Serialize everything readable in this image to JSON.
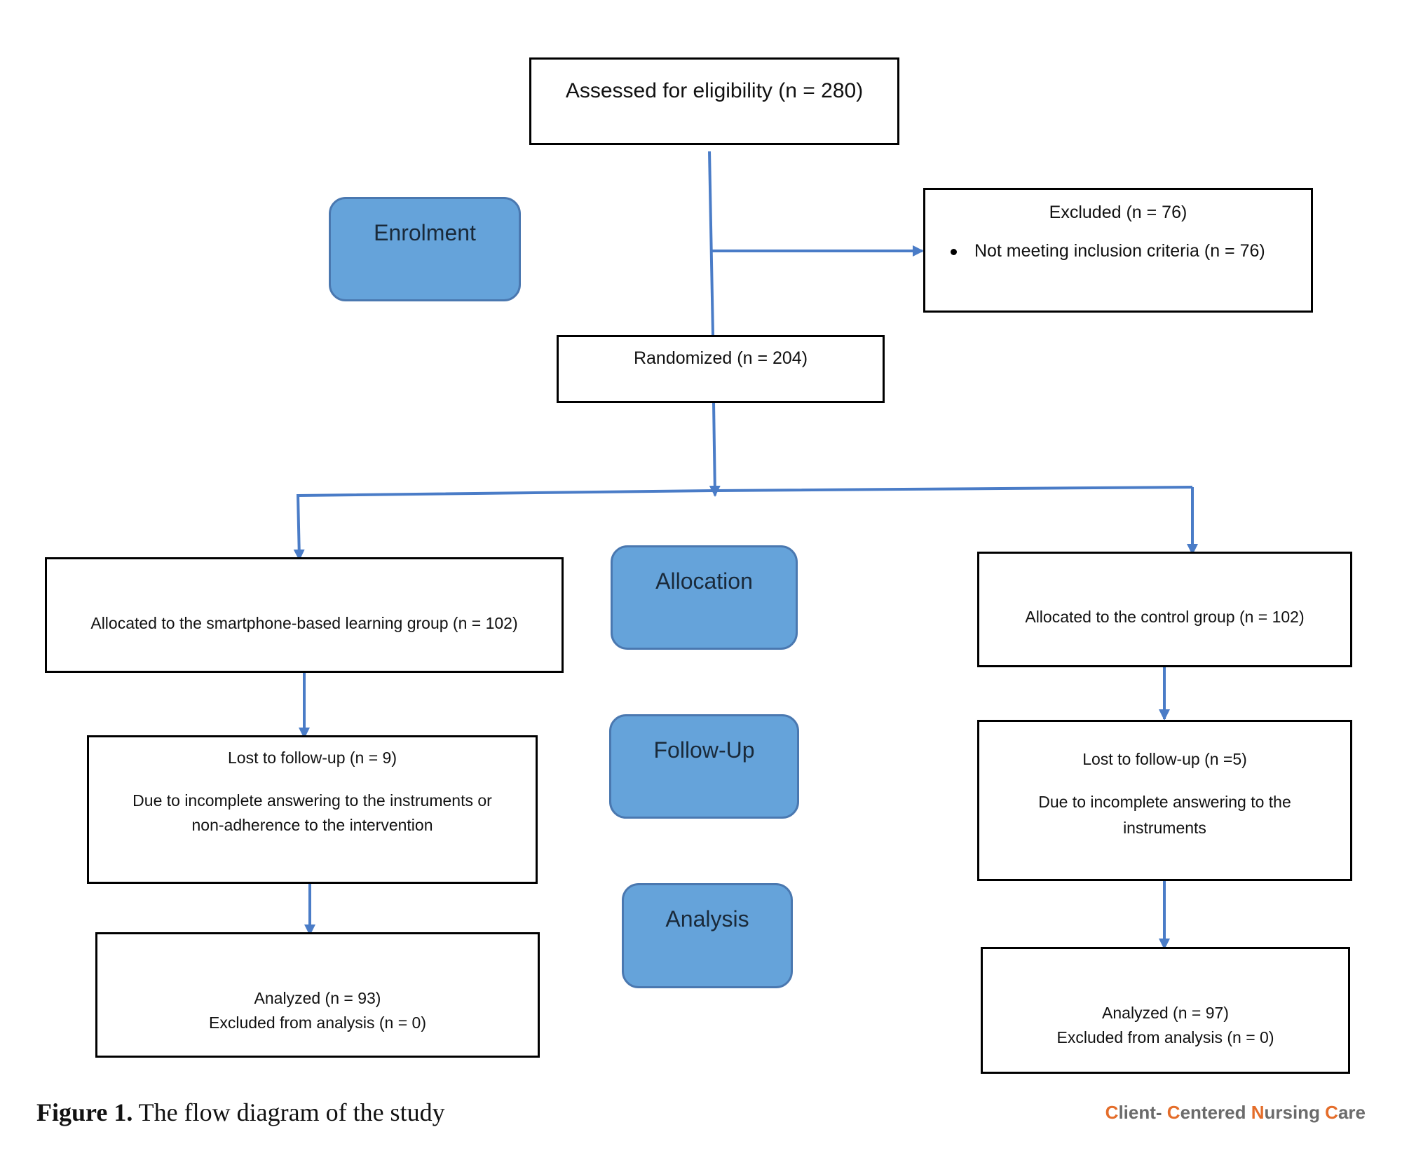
{
  "colors": {
    "arrow": "#4a7cc7",
    "stage_fill": "#65a3da",
    "stage_border": "#4a78b0",
    "journal_accent": "#e46d2a",
    "journal_text": "#6b6b6b"
  },
  "boxes": {
    "eligibility": "Assessed for eligibility (n = 280)",
    "excluded": {
      "title": "Excluded (n = 76)",
      "bullet": "Not meeting inclusion criteria  (n = 76)"
    },
    "randomized": "Randomized (n = 204)",
    "allocated_intervention": "Allocated to the smartphone-based learning  group (n = 102)",
    "allocated_control": "Allocated to the control group (n = 102)",
    "lost_intervention": {
      "title": "Lost to follow-up (n = 9)",
      "line1": "Due to incomplete answering to the instruments or",
      "line2": "non-adherence to the intervention"
    },
    "lost_control": {
      "title": "Lost to follow-up (n =5)",
      "line1": "Due to incomplete answering to the",
      "line2": "instruments"
    },
    "analyzed_intervention": {
      "line1": "Analyzed (n = 93)",
      "line2": "Excluded from analysis (n = 0)"
    },
    "analyzed_control": {
      "line1": "Analyzed (n = 97)",
      "line2": "Excluded from analysis (n = 0)"
    }
  },
  "stages": {
    "enrolment": "Enrolment",
    "allocation": "Allocation",
    "follow_up": "Follow-Up",
    "analysis": "Analysis"
  },
  "caption": {
    "label": "Figure 1.",
    "text": " The flow diagram of the study"
  },
  "journal": {
    "c1": "C",
    "w1": "lient- ",
    "c2": "C",
    "w2": "entered ",
    "c3": "N",
    "w3": "ursing ",
    "c4": "C",
    "w4": "are"
  }
}
